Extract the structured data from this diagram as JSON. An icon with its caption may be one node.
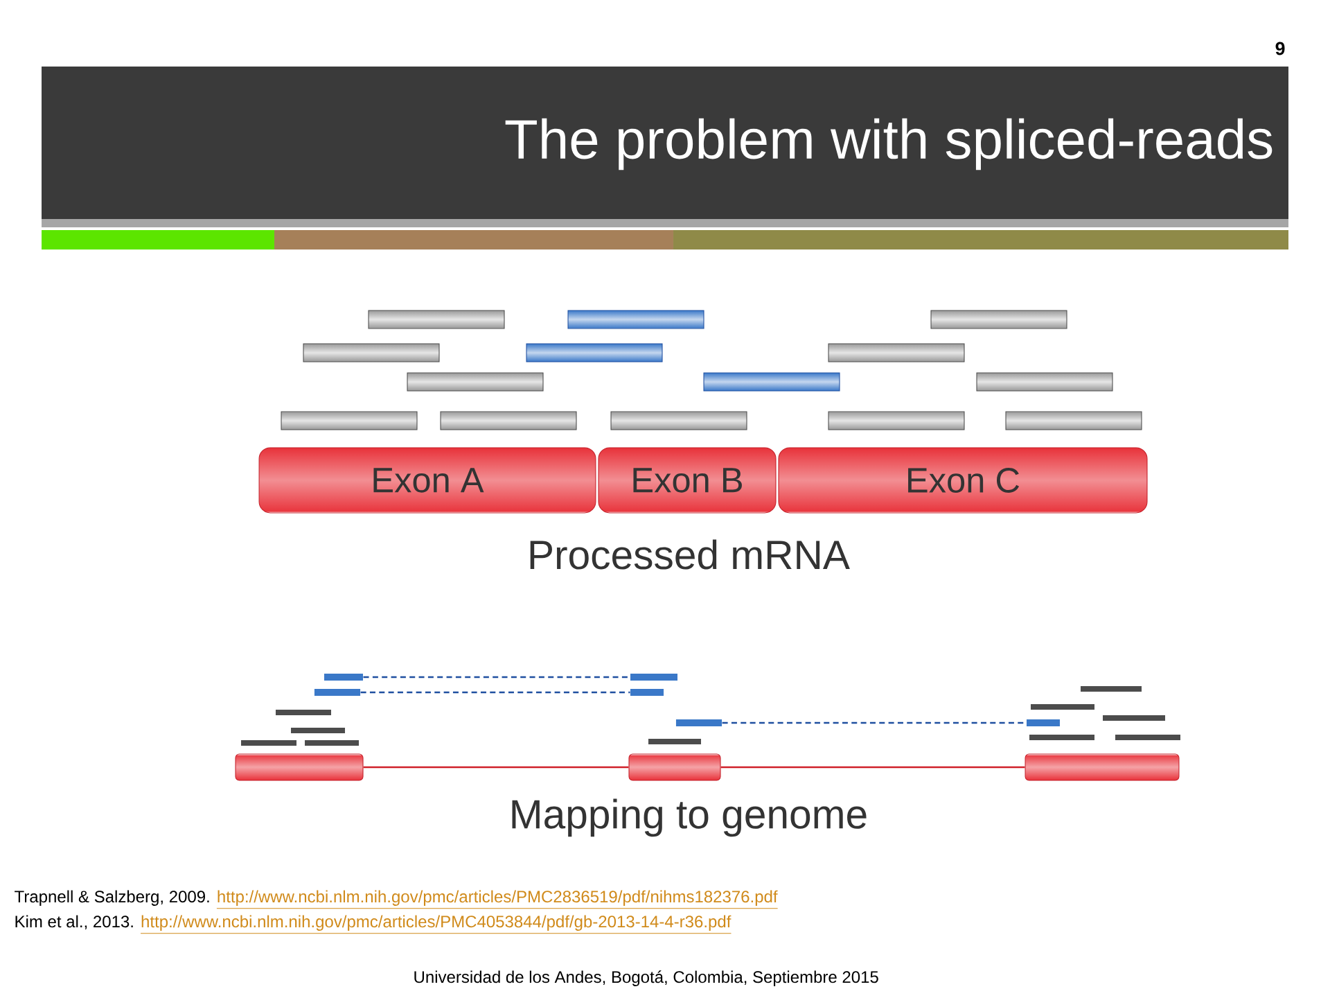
{
  "diagram": {
    "title": "The problem with spliced-reads",
    "nodes": [
      {
        "text": [
          "Exon A"
        ]
      },
      {
        "text": [
          "Exon B"
        ]
      },
      {
        "text": [
          "Exon C"
        ]
      },
      {
        "text": [],
        "shape": "box"
      },
      {
        "text": [],
        "shape": "box"
      },
      {
        "text": [],
        "shape": "box"
      },
      {
        "text": [],
        "shape": "bar"
      },
      {
        "text": [],
        "shape": "bar"
      },
      {
        "text": [],
        "shape": "bar"
      },
      {
        "text": [],
        "shape": "bar"
      },
      {
        "text": [],
        "shape": "bar"
      },
      {
        "text": [],
        "shape": "bar"
      }
    ],
    "edges": [
      {
        "from": 3,
        "to": 4,
        "arrow": "none",
        "color": "#d0202a"
      },
      {
        "from": 4,
        "to": 5,
        "arrow": "none",
        "color": "#d0202a"
      },
      {
        "from": 6,
        "to": 7,
        "arrow": "none",
        "style": "dashed"
      },
      {
        "from": 8,
        "to": 9,
        "arrow": "none",
        "style": "dashed"
      },
      {
        "from": 10,
        "to": 11,
        "arrow": "none",
        "style": "dashed"
      }
    ],
    "labels": [
      "9",
      "Processed mRNA",
      "Mapping to genome",
      "Trapnell & Salzberg, 2009.",
      "http://www.ncbi.nlm.nih.gov/pmc/articles/PMC2836519/pdf/nihms182376.pdf",
      "Kim et al., 2013.",
      "http://www.ncbi.nlm.nih.gov/pmc/articles/PMC4053844/pdf/gb-2013-14-4-r36.pdf",
      "Universidad de los Andes, Bogotá, Colombia, Septiembre 2015"
    ]
  }
}
